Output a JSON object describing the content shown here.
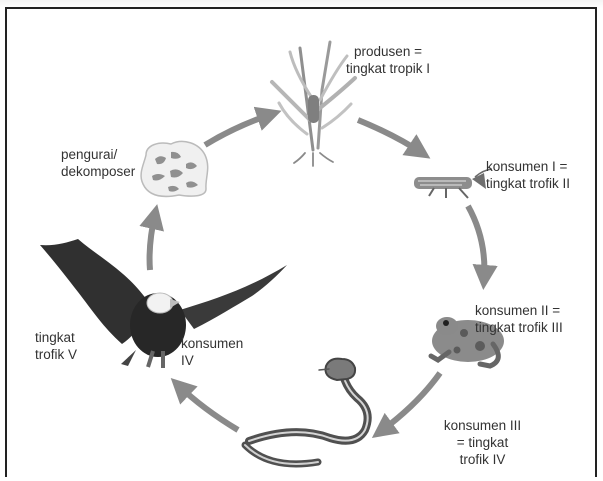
{
  "colors": {
    "arrow": "#8a8a8a",
    "text": "#333333"
  },
  "labels": {
    "produsen": [
      "produsen =",
      "tingkat tropik I"
    ],
    "konsumen1": [
      "konsumen I =",
      "tingkat trofik II"
    ],
    "konsumen2": [
      "konsumen II =",
      "tingkat trofik III"
    ],
    "konsumen3": [
      "konsumen III",
      "= tingkat",
      "trofik IV"
    ],
    "konsumen4": [
      "konsumen",
      "IV"
    ],
    "trofik5": [
      "tingkat",
      "trofik V"
    ],
    "pengurai": [
      "pengurai/",
      "dekomposer"
    ]
  },
  "icons": {
    "plant": "plant-icon",
    "grasshopper": "grasshopper-icon",
    "frog": "frog-icon",
    "snake": "snake-icon",
    "eagle": "eagle-icon",
    "decomposer": "decomposer-icon"
  }
}
